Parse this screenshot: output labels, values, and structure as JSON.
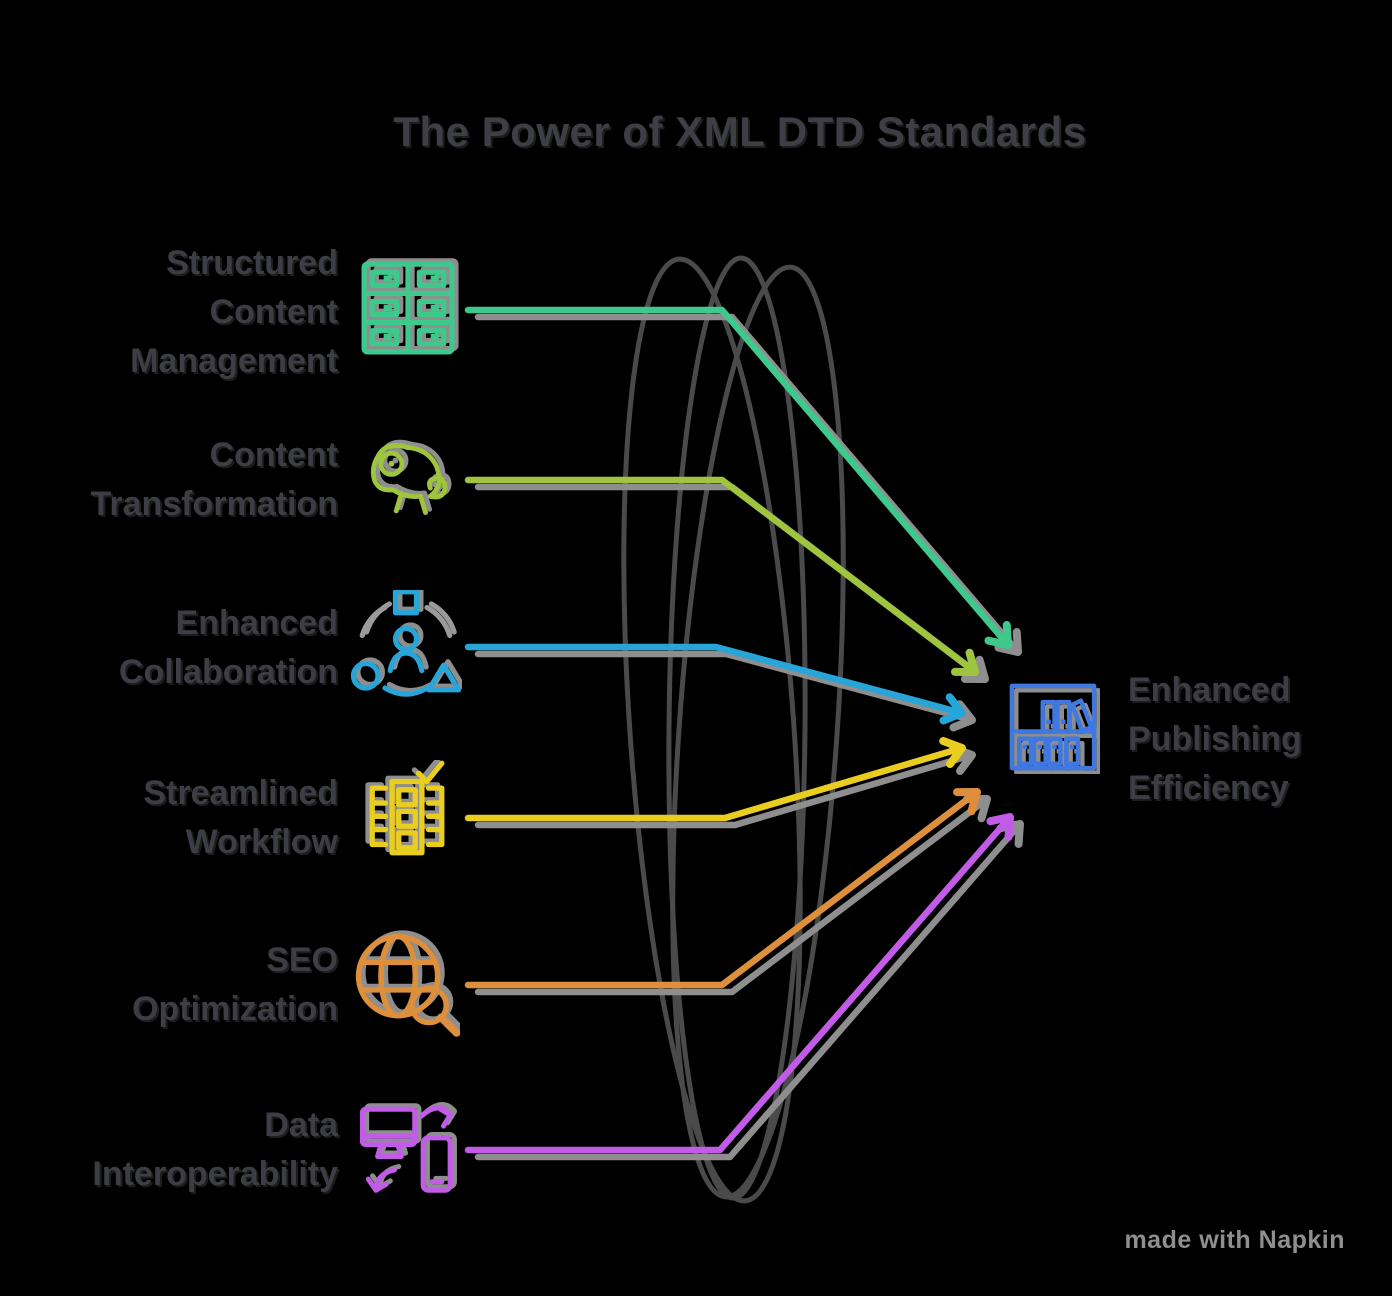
{
  "title": "The Power of XML DTD Standards",
  "watermark": "made with Napkin",
  "items": [
    {
      "label": "Structured\nContent\nManagement",
      "icon": "table-grid-icon",
      "color": "#3ec98c"
    },
    {
      "label": "Content\nTransformation",
      "icon": "chameleon-icon",
      "color": "#9fc43e"
    },
    {
      "label": "Enhanced\nCollaboration",
      "icon": "collaboration-icon",
      "color": "#27a5d8"
    },
    {
      "label": "Streamlined\nWorkflow",
      "icon": "workflow-checklist-icon",
      "color": "#eace1f"
    },
    {
      "label": "SEO\nOptimization",
      "icon": "globe-search-icon",
      "color": "#dd8f3b"
    },
    {
      "label": "Data\nInteroperability",
      "icon": "device-sync-icon",
      "color": "#c25ce8"
    }
  ],
  "target": {
    "label": "Enhanced\nPublishing\nEfficiency",
    "icon": "bookshelf-icon",
    "color": "#3e78e0"
  },
  "decoration": {
    "background": "#000000",
    "text_color": "#3d3d45",
    "ellipse_color": "#4a4a4a",
    "shadow_color": "#8e8e8e"
  }
}
